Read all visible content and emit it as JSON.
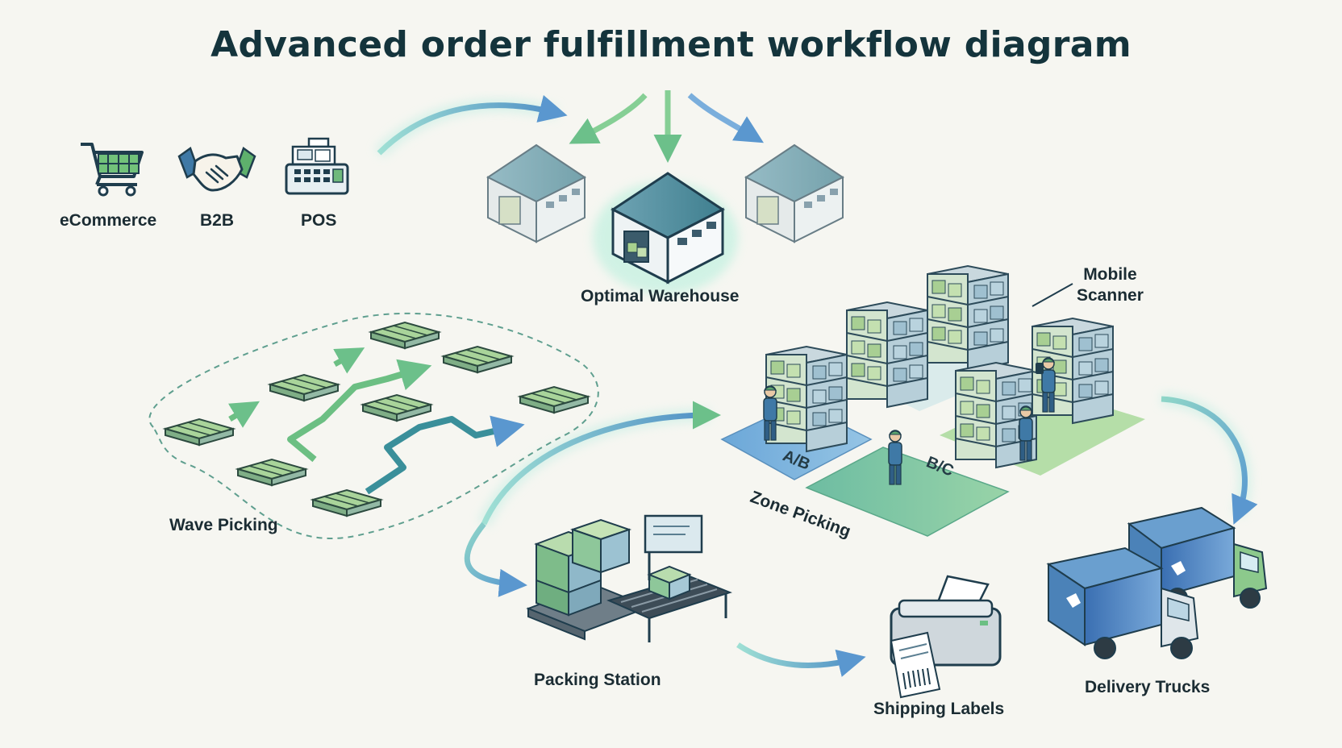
{
  "title": "Advanced order fulfillment workflow diagram",
  "channels": [
    {
      "label": "eCommerce",
      "icon": "shopping-cart-icon"
    },
    {
      "label": "B2B",
      "icon": "handshake-icon"
    },
    {
      "label": "POS",
      "icon": "cash-register-icon"
    }
  ],
  "stages": {
    "warehouse": "Optimal Warehouse",
    "wave": "Wave Picking",
    "zone": "Zone Picking",
    "scanner": "Mobile\nScanner",
    "packing": "Packing Station",
    "labels": "Shipping Labels",
    "trucks": "Delivery Trucks"
  },
  "zones": [
    "A/B",
    "B/C"
  ],
  "colors": {
    "blue": "#4f8fc6",
    "green": "#6cb57a",
    "teal": "#3f8a93",
    "dark": "#1f3d4d",
    "bg": "#f6f6f1"
  }
}
